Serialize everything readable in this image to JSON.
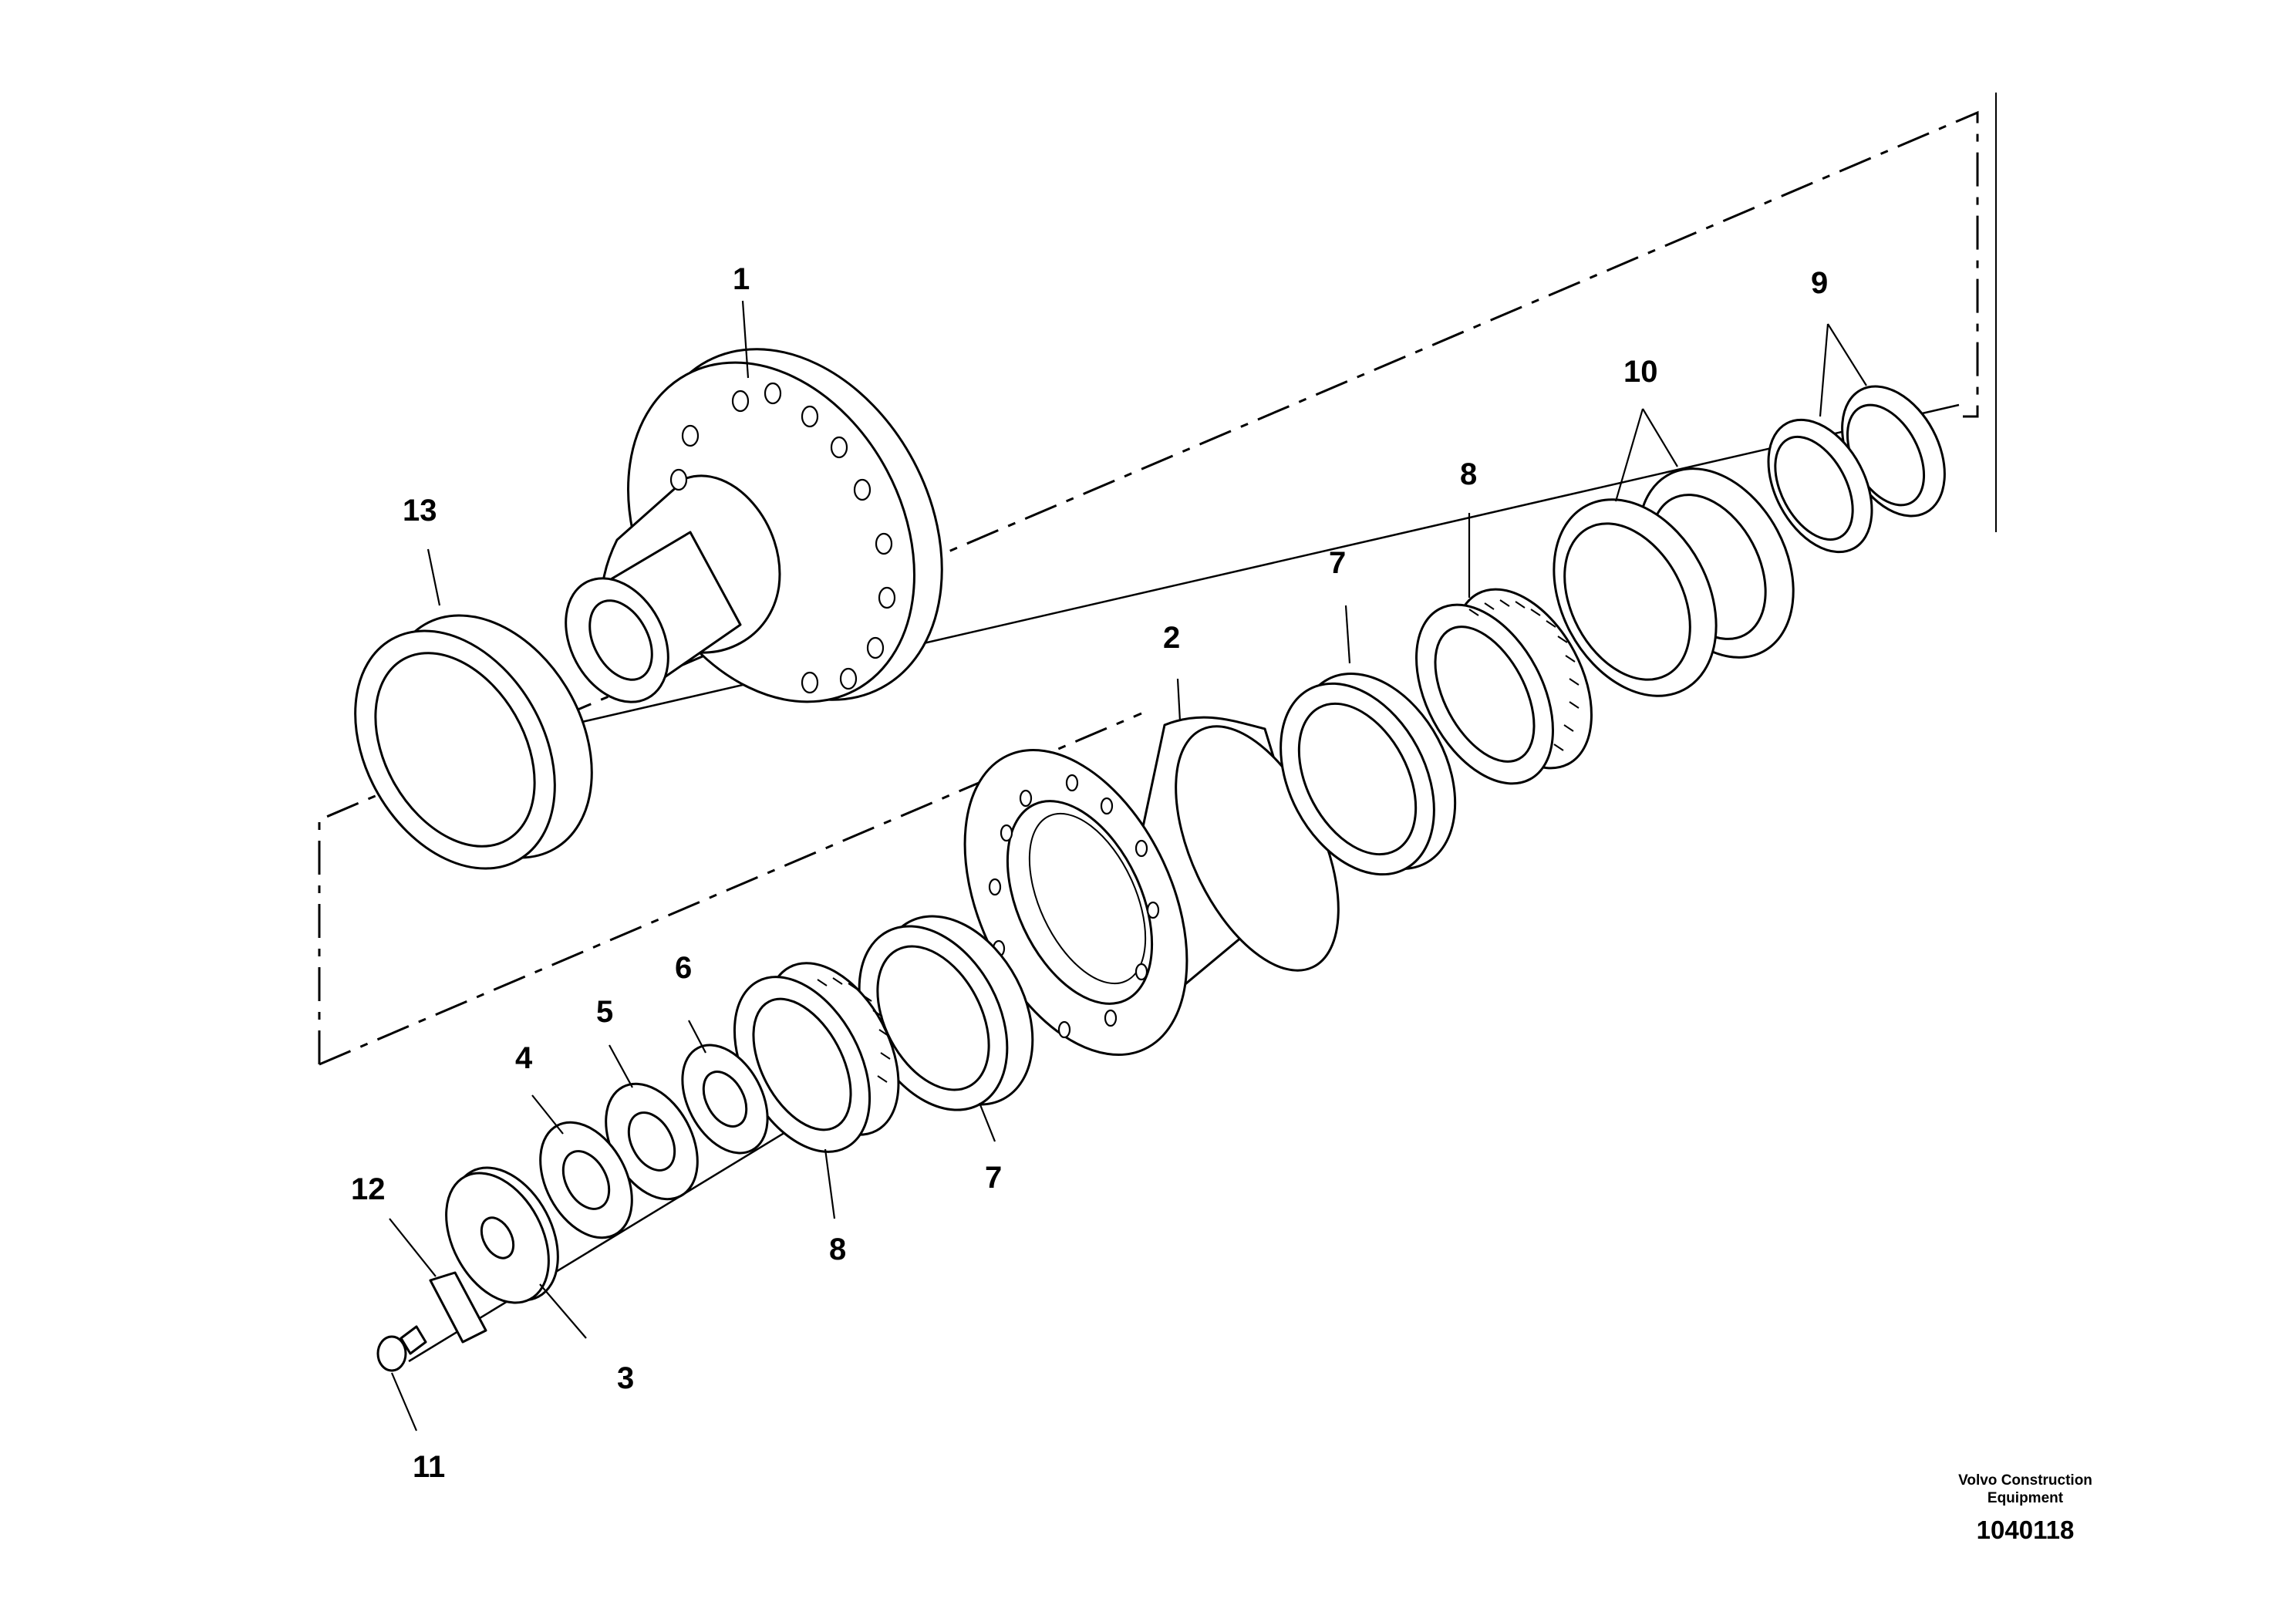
{
  "callouts": {
    "c1": "1",
    "c2": "2",
    "c3": "3",
    "c4": "4",
    "c5": "5",
    "c6": "6",
    "c7a": "7",
    "c7b": "7",
    "c8a": "8",
    "c8b": "8",
    "c9": "9",
    "c10": "10",
    "c11": "11",
    "c12": "12",
    "c13": "13"
  },
  "title_block": {
    "company_line1": "Volvo Construction",
    "company_line2": "Equipment",
    "drawing_number": "1040118"
  }
}
